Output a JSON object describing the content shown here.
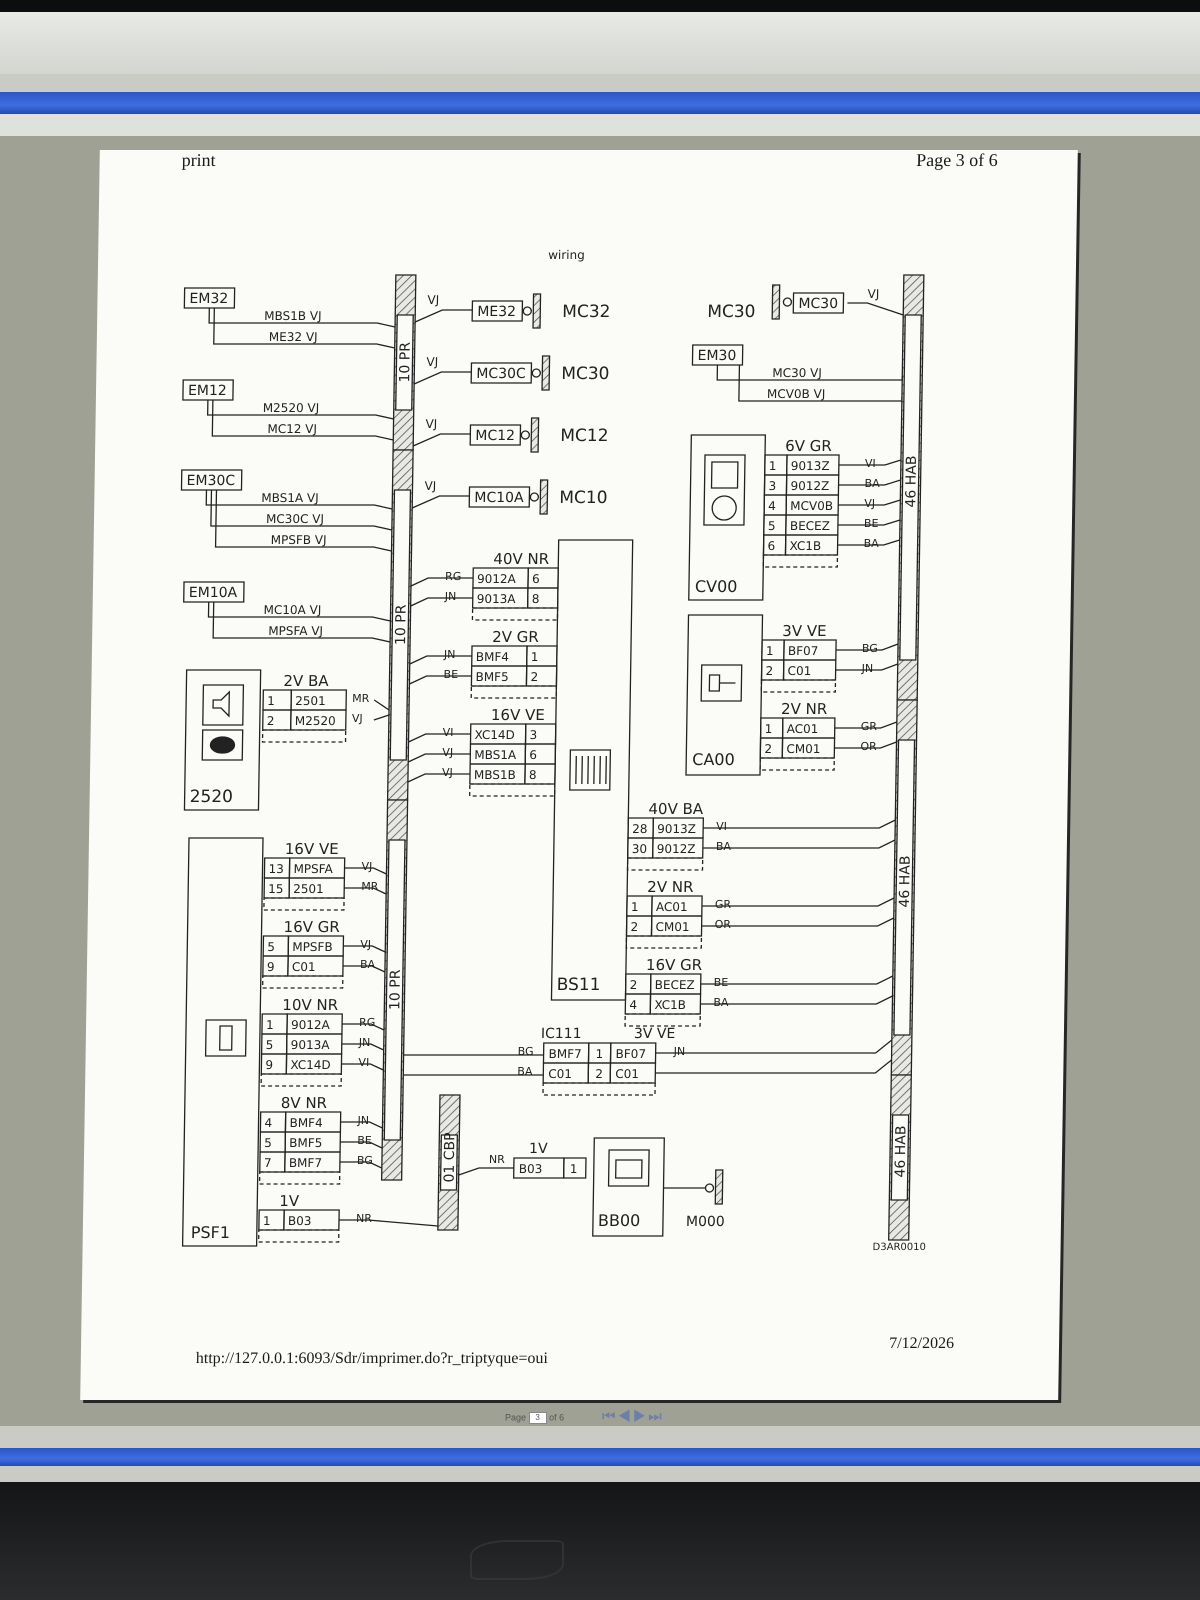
{
  "header": {
    "left": "print",
    "right": "Page 3 of 6"
  },
  "footer": {
    "url": "http://127.0.0.1:6093/Sdr/imprimer.do?r_triptyque=oui",
    "date": "7/12/2026"
  },
  "pager": {
    "label": "Page",
    "current": "3",
    "of": "of 6"
  },
  "diagram": {
    "title": "wiring",
    "code": "D3AR0010",
    "bus": {
      "pr": "10 PR",
      "hab": "46 HAB",
      "cbp": "01 CBP"
    },
    "grounds": [
      {
        "conn": "ME32",
        "name": "MC32",
        "wire": "VJ"
      },
      {
        "conn": "MC30C",
        "name": "MC30",
        "wire": "VJ"
      },
      {
        "conn": "MC12",
        "name": "MC12",
        "wire": "VJ"
      },
      {
        "conn": "MC10A",
        "name": "MC10",
        "wire": "VJ"
      },
      {
        "conn": "MC30",
        "name": "MC30",
        "wire": "VJ"
      }
    ],
    "em_blocks": [
      {
        "name": "EM32",
        "lines": [
          "MBS1B VJ",
          "ME32 VJ"
        ]
      },
      {
        "name": "EM12",
        "lines": [
          "M2520 VJ",
          "MC12 VJ"
        ]
      },
      {
        "name": "EM30C",
        "lines": [
          "MBS1A VJ",
          "MC30C VJ",
          "MPSFB VJ"
        ]
      },
      {
        "name": "EM10A",
        "lines": [
          "MC10A VJ",
          "MPSFA VJ"
        ]
      },
      {
        "name": "EM30",
        "lines": [
          "MC30 VJ",
          "MCV0B VJ"
        ]
      }
    ],
    "components": {
      "horn": "2520",
      "bsi": "BS11",
      "psf": "PSF1",
      "cv": "CV00",
      "ca": "CA00",
      "battery": "BB00",
      "mass": "M000"
    },
    "horn_conn": {
      "title": "2V BA",
      "rows": [
        [
          "1",
          "2501",
          "MR"
        ],
        [
          "2",
          "M2520",
          "VJ"
        ]
      ]
    },
    "bsi_left": [
      {
        "title": "40V NR",
        "rows": [
          [
            "9012A",
            "6",
            "RG"
          ],
          [
            "9013A",
            "8",
            "JN"
          ]
        ]
      },
      {
        "title": "2V GR",
        "rows": [
          [
            "BMF4",
            "1",
            "JN"
          ],
          [
            "BMF5",
            "2",
            "BE"
          ]
        ]
      },
      {
        "title": "16V VE",
        "rows": [
          [
            "XC14D",
            "3",
            "VI"
          ],
          [
            "MBS1A",
            "6",
            "VJ"
          ],
          [
            "MBS1B",
            "8",
            "VJ"
          ]
        ]
      }
    ],
    "bsi_right": [
      {
        "title": "40V BA",
        "rows": [
          [
            "28",
            "9013Z",
            "VI"
          ],
          [
            "30",
            "9012Z",
            "BA"
          ]
        ]
      },
      {
        "title": "2V NR",
        "rows": [
          [
            "1",
            "AC01",
            "GR"
          ],
          [
            "2",
            "CM01",
            "OR"
          ]
        ]
      },
      {
        "title": "16V GR",
        "rows": [
          [
            "2",
            "BECEZ",
            "BE"
          ],
          [
            "4",
            "XC1B",
            "BA"
          ]
        ]
      }
    ],
    "cv_conn": {
      "title": "6V GR",
      "rows": [
        [
          "1",
          "9013Z",
          "VI"
        ],
        [
          "3",
          "9012Z",
          "BA"
        ],
        [
          "4",
          "MCV0B",
          "VJ"
        ],
        [
          "5",
          "BECEZ",
          "BE"
        ],
        [
          "6",
          "XC1B",
          "BA"
        ]
      ]
    },
    "ca_conns": [
      {
        "title": "3V VE",
        "rows": [
          [
            "1",
            "BF07",
            "BG"
          ],
          [
            "2",
            "C01",
            "JN"
          ]
        ]
      },
      {
        "title": "2V NR",
        "rows": [
          [
            "1",
            "AC01",
            "GR"
          ],
          [
            "2",
            "CM01",
            "OR"
          ]
        ]
      }
    ],
    "psf_conns": [
      {
        "title": "16V VE",
        "rows": [
          [
            "13",
            "MPSFA",
            "VJ"
          ],
          [
            "15",
            "2501",
            "MR"
          ]
        ]
      },
      {
        "title": "16V GR",
        "rows": [
          [
            "5",
            "MPSFB",
            "VJ"
          ],
          [
            "9",
            "C01",
            "BA"
          ]
        ]
      },
      {
        "title": "10V NR",
        "rows": [
          [
            "1",
            "9012A",
            "RG"
          ],
          [
            "5",
            "9013A",
            "JN"
          ],
          [
            "9",
            "XC14D",
            "VI"
          ]
        ]
      },
      {
        "title": "8V NR",
        "rows": [
          [
            "4",
            "BMF4",
            "JN"
          ],
          [
            "5",
            "BMF5",
            "BE"
          ],
          [
            "7",
            "BMF7",
            "BG"
          ]
        ]
      },
      {
        "title": "1V",
        "rows": [
          [
            "1",
            "B03",
            "NR"
          ]
        ]
      }
    ],
    "ic_conn": {
      "title1": "IC111",
      "title2": "3V VE",
      "rows": [
        [
          "BMF7",
          "1",
          "BF07",
          "BG"
        ],
        [
          "C01",
          "2",
          "C01",
          "BA"
        ]
      ],
      "right": "JN"
    },
    "bat_conn": {
      "title": "1V",
      "row": [
        "B03",
        "1"
      ],
      "wire": "NR"
    }
  }
}
